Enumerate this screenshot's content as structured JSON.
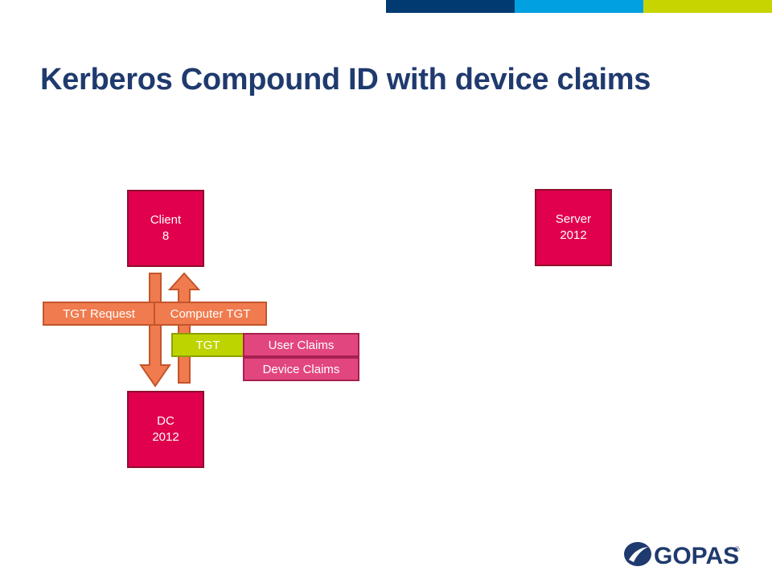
{
  "title": "Kerberos Compound ID with device claims",
  "colors": {
    "title": "#1f3a6e",
    "node": "#e0004d",
    "arrow": "#f07b4e",
    "tgt": "#bdd400",
    "claims": "#e2467f",
    "bar_navy": "#003a70",
    "bar_blue": "#00a0e1",
    "bar_lime": "#c8d400"
  },
  "nodes": {
    "client": {
      "line1": "Client",
      "line2": "8"
    },
    "server": {
      "line1": "Server",
      "line2": "2012"
    },
    "dc": {
      "line1": "DC",
      "line2": "2012"
    }
  },
  "messages": {
    "tgt_request": "TGT Request",
    "computer_tgt": "Computer TGT"
  },
  "ticket": {
    "tgt": "TGT",
    "user_claims": "User Claims",
    "device_claims": "Device Claims"
  },
  "logo": {
    "text": "GOPAS",
    "mark": "®"
  }
}
